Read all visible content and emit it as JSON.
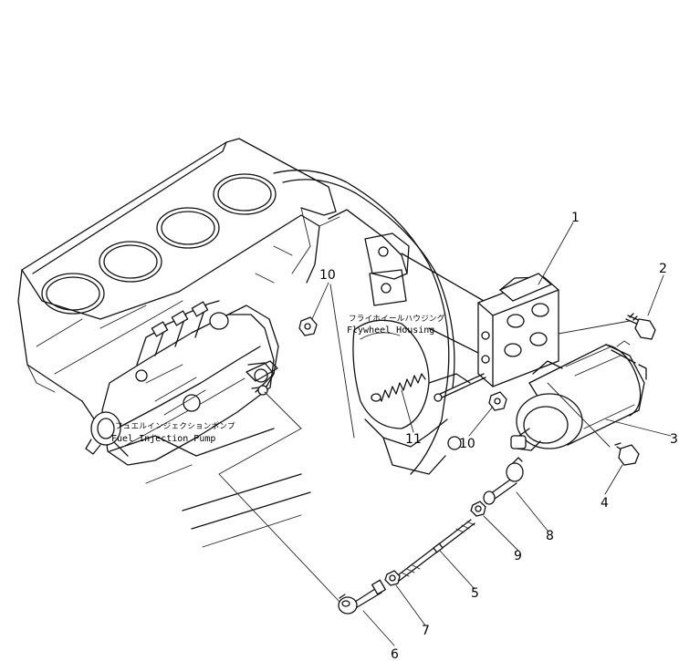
{
  "labels": {
    "fuel_pump_jp": "フュエルインジェクションポンプ",
    "fuel_pump_en": "Fuel Injection Pump",
    "flywheel_jp": "フライホイールハウジング",
    "flywheel_en": "Flywheel Housing"
  },
  "callouts": [
    "1",
    "2",
    "3",
    "4",
    "5",
    "6",
    "7",
    "8",
    "9",
    "10",
    "10",
    "11"
  ]
}
